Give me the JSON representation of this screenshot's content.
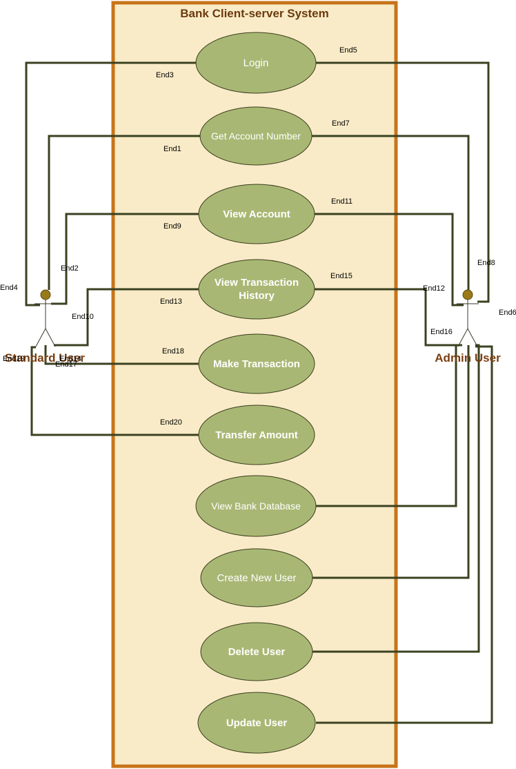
{
  "system": {
    "title": "Bank Client-server System"
  },
  "actors": {
    "standard": {
      "label": "Standard User"
    },
    "admin": {
      "label": "Admin User"
    }
  },
  "use_cases": [
    {
      "id": "login",
      "label": "Login",
      "bold": false
    },
    {
      "id": "get-account-number",
      "label": "Get Account Number",
      "bold": false
    },
    {
      "id": "view-account",
      "label": "View Account",
      "bold": true
    },
    {
      "id": "view-transaction-history",
      "label_line1": "View Transaction",
      "label_line2": "History",
      "bold": true
    },
    {
      "id": "make-transaction",
      "label": "Make Transaction",
      "bold": true
    },
    {
      "id": "transfer-amount",
      "label": "Transfer Amount",
      "bold": true
    },
    {
      "id": "view-bank-database",
      "label": "View Bank Database",
      "bold": false
    },
    {
      "id": "create-new-user",
      "label": "Create New User",
      "bold": false
    },
    {
      "id": "delete-user",
      "label": "Delete User",
      "bold": true
    },
    {
      "id": "update-user",
      "label": "Update User",
      "bold": true
    }
  ],
  "end_labels": {
    "end1": "End1",
    "end2": "End2",
    "end3": "End3",
    "end4": "End4",
    "end5": "End5",
    "end6": "End6",
    "end7": "End7",
    "end8": "End8",
    "end9": "End9",
    "end10": "End10",
    "end11": "End11",
    "end12": "End12",
    "end13": "End13",
    "end14": "End14",
    "end15": "End15",
    "end16": "End16",
    "end17": "End17",
    "end18": "End18",
    "end19": "End19",
    "end20": "End20"
  },
  "colors": {
    "system_fill": "#f9ebc7",
    "system_border": "#c8741a",
    "title": "#6b3a0f",
    "usecase_fill": "#a8b874",
    "usecase_stroke": "#3c3c1e",
    "usecase_text": "#ffffff",
    "line": "#3a4220",
    "actor_head": "#9a7a18",
    "actor_label": "#7a3e10"
  }
}
